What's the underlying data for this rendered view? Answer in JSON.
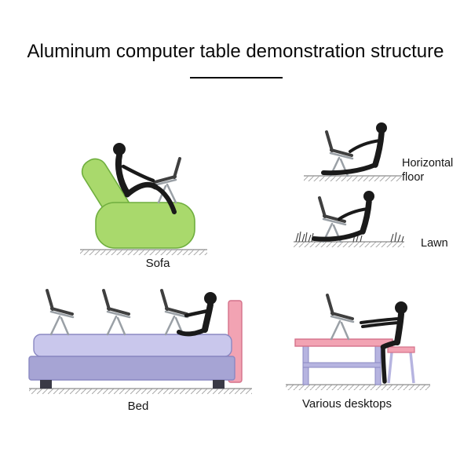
{
  "title": "Aluminum computer table demonstration structure",
  "scenes": {
    "sofa": {
      "label": "Sofa"
    },
    "horizontal_floor": {
      "label": "Horizontal floor"
    },
    "lawn": {
      "label": "Lawn"
    },
    "bed": {
      "label": "Bed"
    },
    "various_desktops": {
      "label": "Various desktops"
    }
  },
  "colors": {
    "background": "#ffffff",
    "text": "#0a0a0a",
    "sofa_green": "#a9d96c",
    "sofa_outline": "#6fae3e",
    "bed_mattress": "#c9c7ec",
    "bed_base": "#a6a4d4",
    "bed_outline": "#8a88c2",
    "bed_foot_dark": "#3a3a46",
    "headboard_pink": "#f2a3b3",
    "pink_outline": "#d4718a",
    "desk_pink": "#f2a3b3",
    "desk_leg_lavender": "#b6b4e0",
    "figure_black": "#1a1a1a",
    "stand_gray": "#9aa0a6",
    "laptop_dark": "#3f3f3f",
    "ground_gray": "#999999"
  }
}
